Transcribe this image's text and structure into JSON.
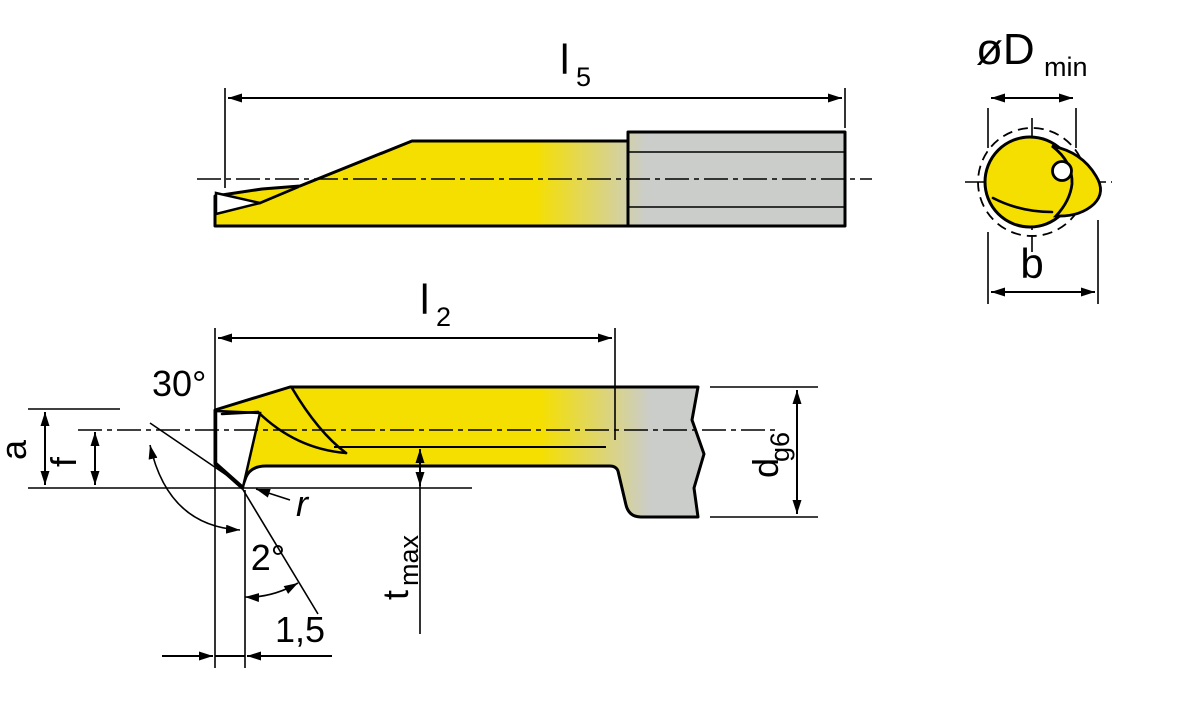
{
  "diagram": {
    "type": "technical-drawing",
    "subject": "boring-grooving-tool",
    "colors": {
      "carbide_highlight": "#F5DF00",
      "steel_gray": "#CBCDCA",
      "line": "#000000",
      "background": "#FFFFFF"
    },
    "dimensions": {
      "l5": {
        "main": "l",
        "sub": "5"
      },
      "l2": {
        "main": "l",
        "sub": "2"
      },
      "d_min": {
        "main": "øD",
        "sub": "min"
      },
      "b": {
        "label": "b"
      },
      "a": {
        "label": "a"
      },
      "f": {
        "label": "f"
      },
      "angle_30": {
        "label": "30°"
      },
      "angle_2": {
        "label": "2°"
      },
      "r": {
        "label": "r"
      },
      "t_max": {
        "main": "t",
        "sub": "max"
      },
      "len_1_5": {
        "label": "1,5"
      },
      "d_g6": {
        "main": "d",
        "sub": "g6"
      }
    }
  }
}
